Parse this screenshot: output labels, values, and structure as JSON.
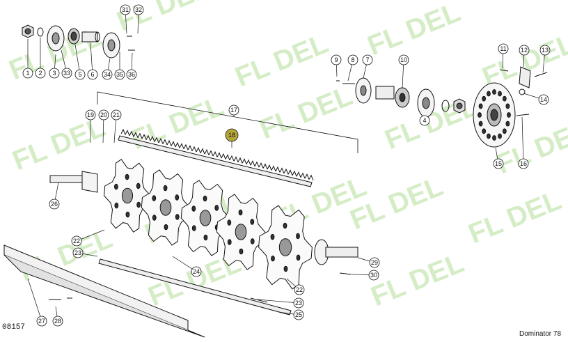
{
  "drawing_code": "08157",
  "model_label": "Dominator 78",
  "watermark_text": "FL DEL",
  "watermark_color": "#7ec850",
  "highlight_color": "#b5a63a",
  "callouts": [
    "1",
    "2",
    "3",
    "4",
    "5",
    "6",
    "7",
    "8",
    "9",
    "10",
    "11",
    "12",
    "13",
    "14",
    "15",
    "16",
    "17",
    "18",
    "19",
    "20",
    "21",
    "22",
    "23",
    "24",
    "25",
    "26",
    "27",
    "28",
    "29",
    "30",
    "31",
    "32",
    "33",
    "34",
    "35",
    "36"
  ],
  "highlighted_callout": "18"
}
